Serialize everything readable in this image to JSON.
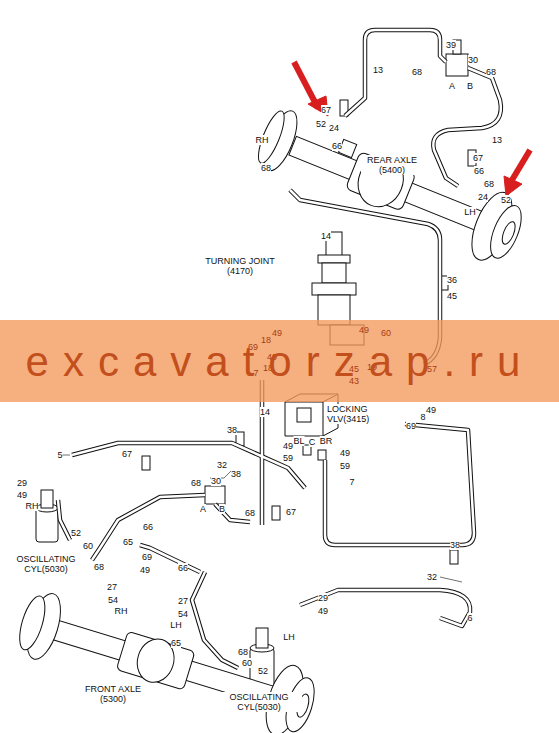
{
  "diagram": {
    "labels": [
      "39",
      "30",
      "68",
      "68",
      "A",
      "B",
      "13",
      "67",
      "52",
      "24",
      "RH",
      "66",
      "68",
      "REAR AXLE (5400)",
      "13",
      "67",
      "66",
      "68",
      "24",
      "52",
      "LH",
      "14",
      "TURNING JOINT (4170)",
      "36",
      "45",
      "49",
      "18",
      "69",
      "49",
      "60",
      "49",
      "7",
      "18",
      "45",
      "43",
      "19",
      "57",
      "excavatorzap.ru",
      "LOCKING VLV(3415)",
      "14",
      "49",
      "8",
      "69",
      "38",
      "BL",
      "BR",
      "49",
      "59",
      "49",
      "59",
      "7",
      "5",
      "67",
      "32",
      "38",
      "68",
      "30",
      "A",
      "B",
      "29",
      "49",
      "RH",
      "68",
      "67",
      "66",
      "65",
      "OSCILLATING CYL(5030)",
      "52",
      "60",
      "68",
      "69",
      "49",
      "38",
      "32",
      "66",
      "6",
      "27",
      "54",
      "RH",
      "27",
      "54",
      "LH",
      "65",
      "29",
      "49",
      "68",
      "60",
      "52",
      "LH",
      "FRONT AXLE (5300)",
      "OSCILLATING CYL(5030)",
      "C"
    ]
  }
}
